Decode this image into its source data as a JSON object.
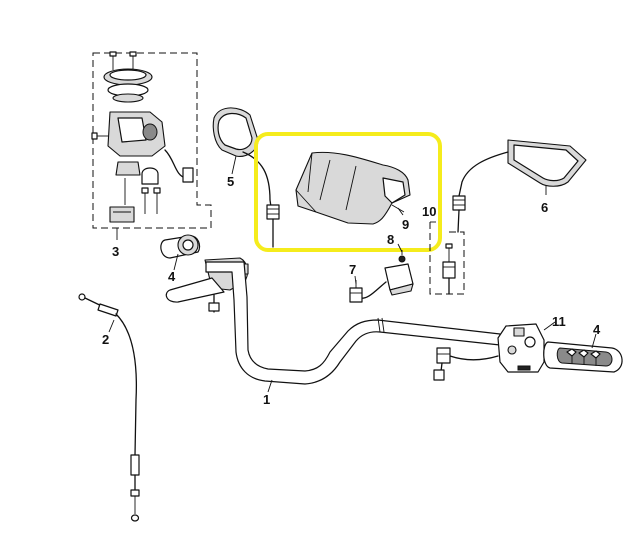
{
  "diagram": {
    "highlight_color": "#f5ec1c",
    "line_color": "#111111",
    "callouts": [
      {
        "id": "c1",
        "label": "1"
      },
      {
        "id": "c2",
        "label": "2"
      },
      {
        "id": "c3",
        "label": "3"
      },
      {
        "id": "c4a",
        "label": "4"
      },
      {
        "id": "c4b",
        "label": "4"
      },
      {
        "id": "c5",
        "label": "5"
      },
      {
        "id": "c6",
        "label": "6"
      },
      {
        "id": "c7",
        "label": "7"
      },
      {
        "id": "c8",
        "label": "8"
      },
      {
        "id": "c9",
        "label": "9"
      },
      {
        "id": "c10",
        "label": "10"
      },
      {
        "id": "c11",
        "label": "11"
      }
    ]
  }
}
